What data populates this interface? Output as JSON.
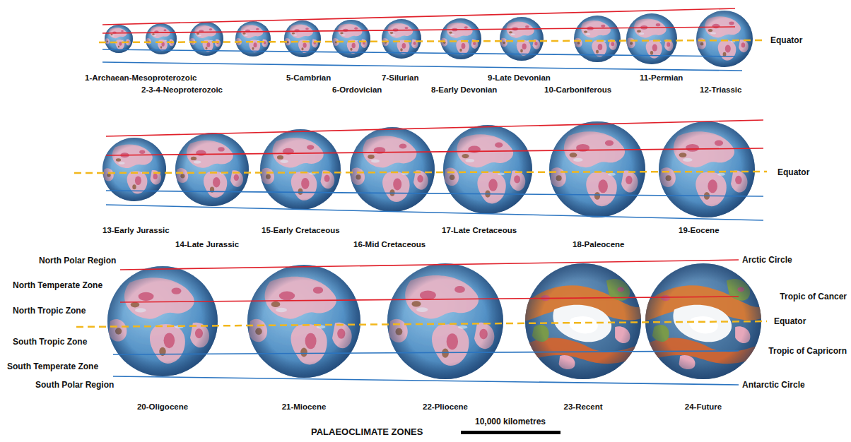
{
  "diagram": {
    "caption": "PALAEOCLIMATE ZONES",
    "labels": [
      "1-Archaean-Mesoproterozoic",
      "2-3-4-Neoproterozoic",
      "5-Cambrian",
      "6-Ordovician",
      "7-Silurian",
      "8-Early Devonian",
      "9-Late Devonian",
      "10-Carboniferous",
      "11-Permian",
      "12-Triassic",
      "Equator",
      "13-Early Jurassic",
      "14-Late Jurassic",
      "15-Early Cretaceous",
      "16-Mid Cretaceous",
      "17-Late Cretaceous",
      "18-Paleocene",
      "19-Eocene",
      "Equator",
      "North Polar Region",
      "Arctic Circle",
      "North Temperate Zone",
      "Tropic of Cancer",
      "North Tropic Zone",
      "Equator",
      "South Tropic Zone",
      "South Temperate Zone",
      "Tropic of Capricorn",
      "South Polar Region",
      "Antarctic Circle",
      "20-Oligocene",
      "21-Miocene",
      "22-Pliocene",
      "23-Recent",
      "24-Future",
      "10,000 kilometres"
    ]
  }
}
